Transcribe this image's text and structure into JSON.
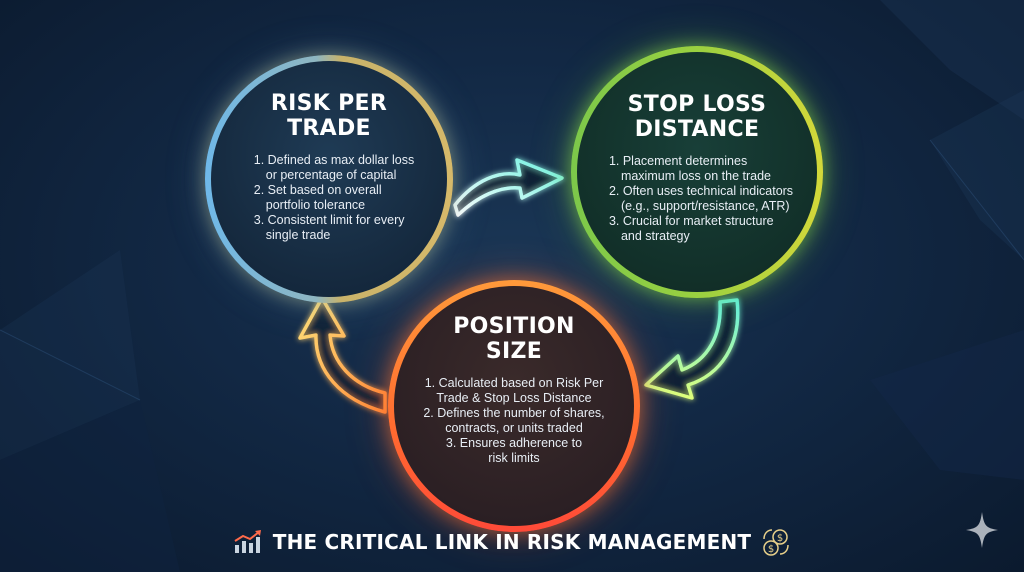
{
  "risk_per_trade": {
    "title_line1": "RISK PER",
    "title_line2": "TRADE",
    "items": [
      "1. Defined as max dollar loss",
      "or percentage of capital",
      "2. Set based on overall",
      "portfolio tolerance",
      "3. Consistent limit for every",
      "single trade"
    ]
  },
  "stop_loss_distance": {
    "title_line1": "STOP LOSS",
    "title_line2": "DISTANCE",
    "items": [
      "1. Placement determines",
      "maximum loss on the trade",
      "2. Often uses technical indicators",
      "(e.g., support/resistance, ATR)",
      "3. Crucial for market structure",
      "and strategy"
    ]
  },
  "position_size": {
    "title_line1": "POSITION",
    "title_line2": "SIZE",
    "items": [
      "1. Calculated based on Risk Per",
      "Trade & Stop Loss Distance",
      "2. Defines the number of shares,",
      "contracts, or units traded",
      "3. Ensures adherence to",
      "risk limits"
    ]
  },
  "footer": {
    "title": "THE CRITICAL LINK IN RISK MANAGEMENT",
    "left_icon": "growth-chart-icon",
    "right_icon": "currency-exchange-icon"
  },
  "icons": {
    "corner": "sparkle-icon"
  },
  "colors": {
    "risk_ring": "#c9b36a",
    "stop_ring": "#8fcf45",
    "position_ring": "#ff6a30",
    "arrow_cyan": "#6ff0e0",
    "arrow_orange": "#ffb347"
  }
}
